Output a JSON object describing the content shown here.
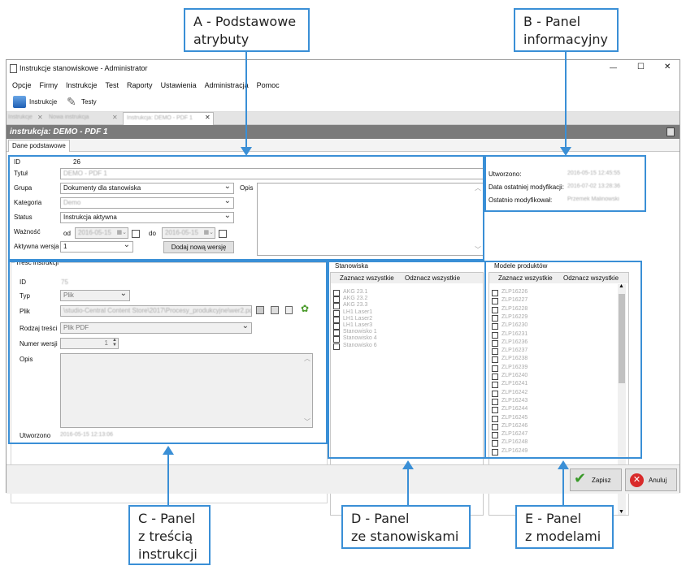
{
  "callouts": {
    "a": {
      "line1": "A - Podstawowe",
      "line2": "atrybuty"
    },
    "b": {
      "line1": "B - Panel",
      "line2": "informacyjny"
    },
    "c": {
      "line1": "C - Panel",
      "line2": "z treścią",
      "line3": "instrukcji"
    },
    "d": {
      "line1": "D - Panel",
      "line2": "ze stanowiskami"
    },
    "e": {
      "line1": "E - Panel",
      "line2": "z modelami"
    }
  },
  "window": {
    "title": "Instrukcje stanowiskowe - Administrator",
    "controls": {
      "minimize": "—",
      "maximize": "☐",
      "close": "✕"
    }
  },
  "menu": [
    "Opcje",
    "Firmy",
    "Instrukcje",
    "Test",
    "Raporty",
    "Ustawienia",
    "Administracja",
    "Pomoc"
  ],
  "toolbar": {
    "instrukcje_label": "Instrukcje",
    "testy_label": "Testy"
  },
  "tabs": [
    "Instrukcje",
    "Nowa instrukcja",
    "Instrukcja: DEMO - PDF 1"
  ],
  "doc_header": "instrukcja: DEMO - PDF 1",
  "subtab": "Dane podstawowe",
  "basic": {
    "id_label": "ID",
    "id_value": "26",
    "tytul_label": "Tytuł",
    "tytul_value": "DEMO - PDF 1",
    "grupa_label": "Grupa",
    "grupa_value": "Dokumenty dla stanowiska",
    "kategoria_label": "Kategoria",
    "kategoria_value": "Demo",
    "status_label": "Status",
    "status_value": "Instrukcja aktywna",
    "waznosc_label": "Ważność",
    "od_label": "od",
    "od_value": "2016-05-15",
    "do_label": "do",
    "do_value": "2016-05-15",
    "aktywna_label": "Aktywna wersja",
    "aktywna_value": "1",
    "add_version": "Dodaj nową wersję",
    "opis_label": "Opis"
  },
  "info": {
    "utworzono_label": "Utworzono:",
    "utworzono_value": "2016-05-15 12:45:55",
    "modyf_label": "Data ostatniej modyfikacji:",
    "modyf_value": "2016-07-02 13:28:36",
    "modyfikowal_label": "Ostatnio modyfikował:",
    "modyfikowal_value": "Przemek Malinowski"
  },
  "content": {
    "title": "Treść instrukcji",
    "id_label": "ID",
    "id_value": "75",
    "typ_label": "Typ",
    "typ_value": "Plik",
    "plik_label": "Plik",
    "plik_value": "\\studio-Central Content Store\\2017\\Procesy_produkcyjne\\wer2.pdf",
    "rodzaj_label": "Rodzaj treści",
    "rodzaj_value": "Plik PDF",
    "numer_label": "Numer wersji",
    "numer_value": "1",
    "opis_label": "Opis",
    "utworzono_label": "Utworzono",
    "utworzono_value": "2016-05-15 12:13:06"
  },
  "stanowiska": {
    "title": "Stanowiska",
    "select_all": "Zaznacz wszystkie",
    "deselect_all": "Odznacz wszystkie",
    "items": [
      "AKG 23.1",
      "AKG 23.2",
      "AKG 23.3",
      "LH1 Laser1",
      "LH1 Laser2",
      "LH1 Laser3",
      "Stanowisko 1",
      "Stanowisko 4",
      "Stanowisko 6"
    ]
  },
  "modele": {
    "title": "Modele produktów",
    "select_all": "Zaznacz wszystkie",
    "deselect_all": "Odznacz wszystkie",
    "items": [
      "ZLP16226",
      "ZLP16227",
      "ZLP16228",
      "ZLP16229",
      "ZLP16230",
      "ZLP16231",
      "ZLP16236",
      "ZLP16237",
      "ZLP16238",
      "ZLP16239",
      "ZLP16240",
      "ZLP16241",
      "ZLP16242",
      "ZLP16243",
      "ZLP16244",
      "ZLP16245",
      "ZLP16246",
      "ZLP16247",
      "ZLP16248",
      "ZLP16249"
    ]
  },
  "footer": {
    "save": "Zapisz",
    "cancel": "Anuluj"
  },
  "colors": {
    "accent": "#3a8fd6",
    "header_bar": "#7b7b7b"
  }
}
